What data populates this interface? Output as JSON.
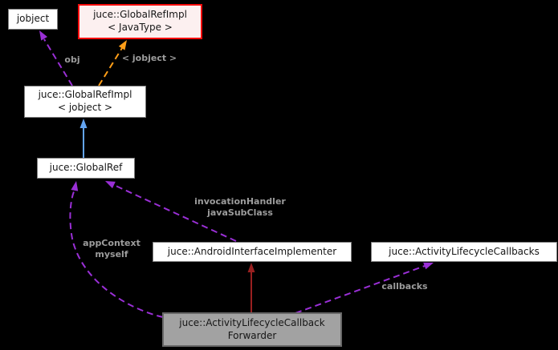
{
  "diagram": {
    "title": "juce::ActivityLifecycleCallbackForwarder collaboration graph",
    "background_color": "#000000",
    "nodes": [
      {
        "id": "jobject",
        "label": "jobject",
        "style": "default"
      },
      {
        "id": "global_ref_impl_java_type",
        "label": "juce::GlobalRefImpl\n< JavaType >",
        "style": "template"
      },
      {
        "id": "global_ref_impl_jobject",
        "label": "juce::GlobalRefImpl\n< jobject >",
        "style": "default"
      },
      {
        "id": "global_ref",
        "label": "juce::GlobalRef",
        "style": "default"
      },
      {
        "id": "android_interface_implementer",
        "label": "juce::AndroidInterfaceImplementer",
        "style": "default"
      },
      {
        "id": "activity_lifecycle_callbacks",
        "label": "juce::ActivityLifecycleCallbacks",
        "style": "default"
      },
      {
        "id": "activity_lifecycle_callback_forwarder",
        "label": "juce::ActivityLifecycleCallback\nForwarder",
        "style": "current"
      }
    ],
    "edges": [
      {
        "from": "global_ref_impl_jobject",
        "to": "jobject",
        "label": "obj",
        "line": "dashed",
        "color": "#9a2fd6"
      },
      {
        "from": "global_ref_impl_jobject",
        "to": "global_ref_impl_java_type",
        "label": "< jobject >",
        "line": "dashed",
        "color": "#ff9e18"
      },
      {
        "from": "global_ref",
        "to": "global_ref_impl_jobject",
        "label": "",
        "line": "solid",
        "color": "#63a4f0"
      },
      {
        "from": "activity_lifecycle_callback_forwarder",
        "to": "global_ref",
        "label": "appContext\nmyself",
        "line": "dashed",
        "color": "#9a2fd6"
      },
      {
        "from": "android_interface_implementer",
        "to": "global_ref",
        "label": "invocationHandler\njavaSubClass",
        "line": "dashed",
        "color": "#9a2fd6"
      },
      {
        "from": "activity_lifecycle_callback_forwarder",
        "to": "android_interface_implementer",
        "label": "",
        "line": "solid",
        "color": "#992020"
      },
      {
        "from": "activity_lifecycle_callback_forwarder",
        "to": "activity_lifecycle_callbacks",
        "label": "callbacks",
        "line": "dashed",
        "color": "#9a2fd6"
      }
    ],
    "colors": {
      "node_background": "#ffffff",
      "node_border": "#7f7f7f",
      "node_text": "#161616",
      "template_node_background": "#fcf0f0",
      "template_node_border": "#f50c0c",
      "current_node_background": "#a2a2a2",
      "current_node_border": "#686868",
      "usage_edge": "#9a2fd6",
      "template_edge": "#ff9e18",
      "inheritance_edge_blue": "#63a4f0",
      "inheritance_edge_red": "#992020",
      "edge_label_text": "#9c9c9c"
    }
  }
}
